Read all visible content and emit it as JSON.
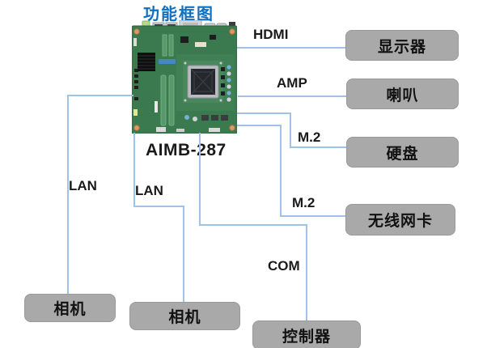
{
  "title": "功能框图",
  "board": {
    "model": "AIMB-287"
  },
  "connections": {
    "hdmi": {
      "port": "HDMI",
      "device": "显示器"
    },
    "amp": {
      "port": "AMP",
      "device": "喇叭"
    },
    "m2_ssd": {
      "port": "M.2",
      "device": "硬盘"
    },
    "m2_wifi": {
      "port": "M.2",
      "device": "无线网卡"
    },
    "com": {
      "port": "COM",
      "device": "控制器"
    },
    "lan1": {
      "port": "LAN",
      "device": "相机"
    },
    "lan2": {
      "port": "LAN",
      "device": "相机"
    }
  },
  "colors": {
    "title_blue": "#1070C0",
    "line_blue": "#9DC3E6",
    "box_gray": "#A9A9A9",
    "pcb_green": "#3B7A4E"
  }
}
